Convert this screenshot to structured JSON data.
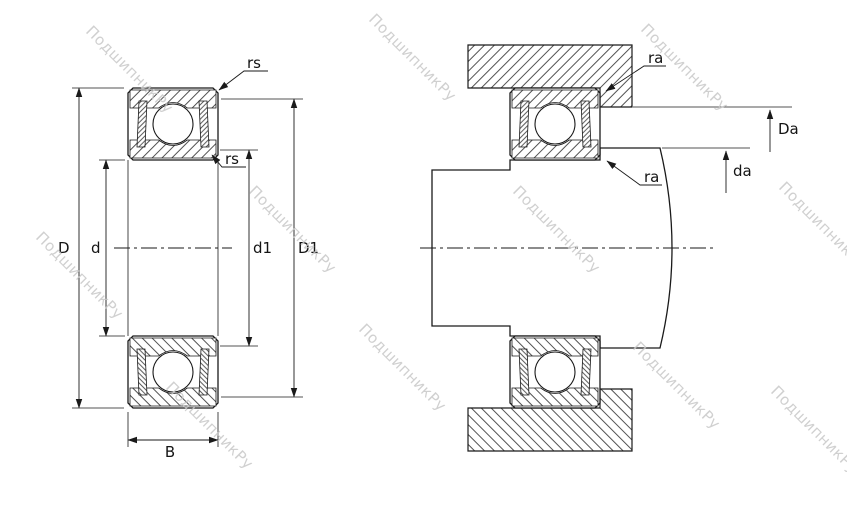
{
  "drawing": {
    "background": "#ffffff",
    "line_color": "#1a1a1a",
    "hatch_color": "#3f3f3f",
    "watermark_color": "#c8c8c8"
  },
  "watermark": {
    "text": "ПодшипникРу"
  },
  "left_view": {
    "labels": {
      "rs_outer": "rs",
      "rs_inner": "rs",
      "D": "D",
      "d": "d",
      "d1": "d1",
      "D1": "D1",
      "B": "B"
    }
  },
  "right_view": {
    "labels": {
      "ra_housing": "ra",
      "ra_shaft": "ra",
      "Da": "Da",
      "da": "da"
    }
  }
}
